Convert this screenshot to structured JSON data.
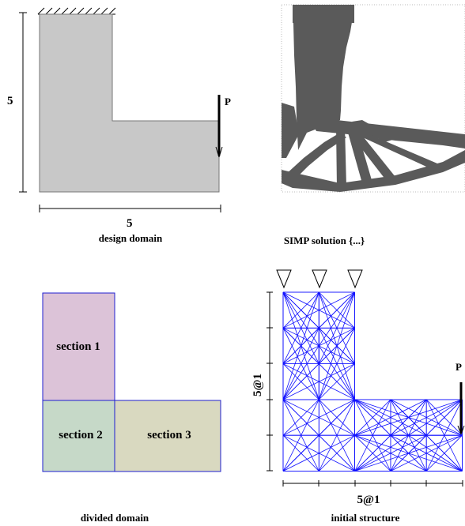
{
  "panels": {
    "design_domain": {
      "caption": "design domain",
      "dim_vertical": "5",
      "dim_horizontal": "5",
      "load_label": "P"
    },
    "simp_solution": {
      "caption": "SIMP solution {...}"
    },
    "divided_domain": {
      "caption": "divided domain",
      "sections": [
        "section 1",
        "section 2",
        "section 3"
      ]
    },
    "initial_structure": {
      "caption": "initial structure",
      "dim_vertical": "5@1",
      "dim_horizontal": "5@1",
      "load_label": "P"
    }
  },
  "colors": {
    "domain_fill": "#c8c8c8",
    "simp_material": "#5a5a5a",
    "section_1": "#dcc3d8",
    "section_2": "#c6d9c8",
    "section_3": "#d9d9c0",
    "section_border": "#1f1fd0",
    "truss_line": "#1010ff"
  }
}
